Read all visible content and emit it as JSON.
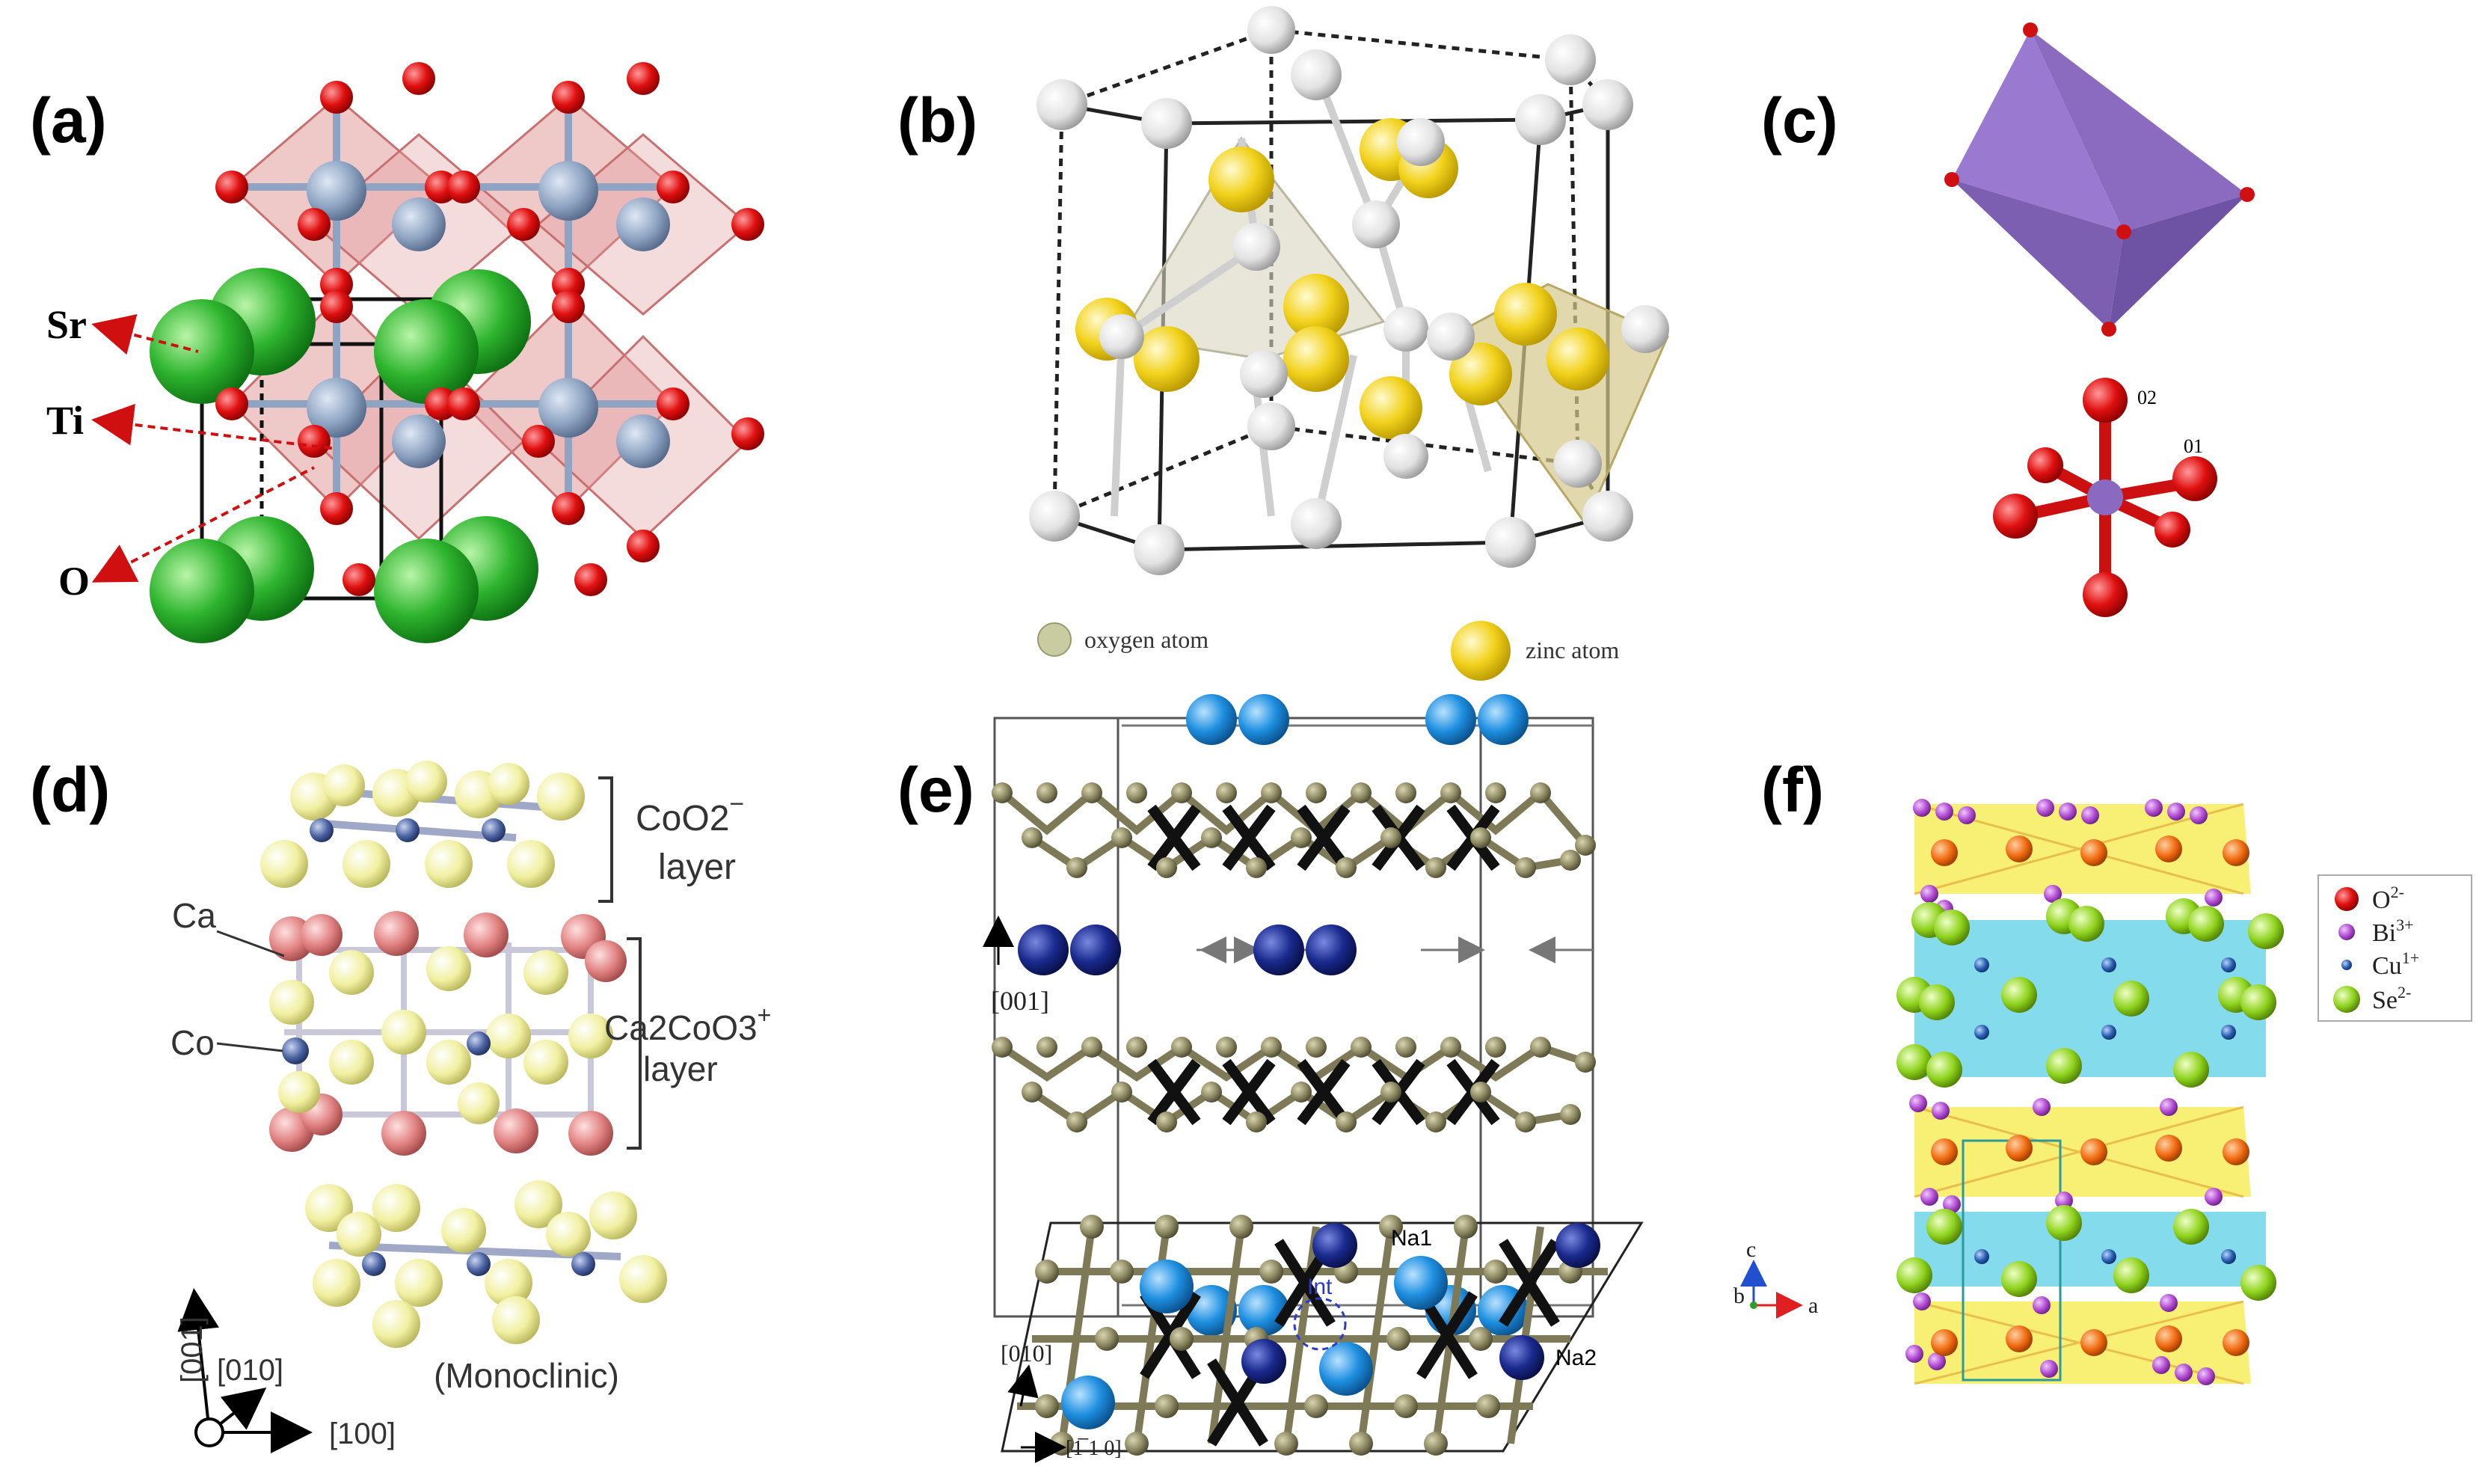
{
  "panels": {
    "a": {
      "letter": "(a)",
      "labels": {
        "sr": "Sr",
        "ti": "Ti",
        "o": "O"
      }
    },
    "b": {
      "letter": "(b)",
      "legend": {
        "oxygen": "oxygen atom",
        "zinc": "zinc atom"
      }
    },
    "c": {
      "letter": "(c)",
      "labels": {
        "o2": "02",
        "o1": "01"
      }
    },
    "d": {
      "letter": "(d)",
      "labels": {
        "coo2_formula": "CoO2",
        "coo2_charge": "−",
        "coo2_layer": "layer",
        "ca": "Ca",
        "co": "Co",
        "ca2_formula": "Ca2CoO3",
        "ca2_charge": "+",
        "ca2_layer": "layer",
        "monoclinic": "(Monoclinic)",
        "axis001": "[001]",
        "axis010": "[010]",
        "axis100": "[100]"
      }
    },
    "e": {
      "letter": "(e)",
      "labels": {
        "axis001": "[001]",
        "na1": "Na1",
        "na2": "Na2",
        "int": "Int",
        "axis010": "[010]",
        "axis110": "[1̅ 1 0]"
      }
    },
    "f": {
      "letter": "(f)",
      "legend": [
        {
          "ion": "O",
          "charge": "2-",
          "color": "#e0301e"
        },
        {
          "ion": "Bi",
          "charge": "3+",
          "color": "#b04ad0"
        },
        {
          "ion": "Cu",
          "charge": "1+",
          "color": "#2a5fb0"
        },
        {
          "ion": "Se",
          "charge": "2-",
          "color": "#7ac51c"
        }
      ],
      "axes": {
        "c": "c",
        "b": "b",
        "a": "a"
      }
    }
  },
  "colors": {
    "sr": "#2fb52f",
    "ti": "#8ea4c2",
    "o_red": "#e01010",
    "octahedron": "#e29a9a",
    "zn": "#f2d21c",
    "o_white": "#e6e6e6",
    "octa_purple": "#9a7ad0",
    "ca_pink": "#e08080",
    "co_blue": "#4a62a0",
    "o_yellow": "#f1f0a0",
    "na_light": "#1e8fe0",
    "na_dark": "#1a2a8e",
    "bond_olive": "#7e7a58"
  }
}
